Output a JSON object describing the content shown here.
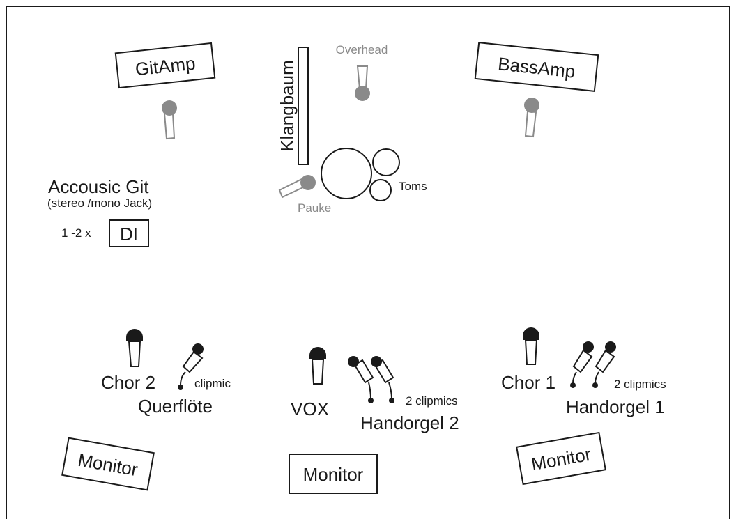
{
  "labels": {
    "git_amp": "GitAmp",
    "bass_amp": "BassAmp",
    "klangbaum": "Klangbaum",
    "overhead": "Overhead",
    "toms": "Toms",
    "pauke": "Pauke",
    "acoustic_title": "Accousic Git",
    "acoustic_sub": "(stereo /mono Jack)",
    "di_count": "1 -2 x",
    "di": "DI",
    "chor2": "Chor 2",
    "clipmic": "clipmic",
    "querflote": "Querflöte",
    "vox": "VOX",
    "clipmics_2a": "2 clipmics",
    "handorgel2": "Handorgel 2",
    "chor1": "Chor 1",
    "clipmics_2b": "2 clipmics",
    "handorgel1": "Handorgel 1",
    "monitor_left": "Monitor",
    "monitor_center": "Monitor",
    "monitor_right": "Monitor"
  },
  "colors": {
    "line": "#1a1a1a",
    "grey_mic": "#8a8a8a",
    "grey_text": "#8a8a8a",
    "background": "#ffffff"
  }
}
